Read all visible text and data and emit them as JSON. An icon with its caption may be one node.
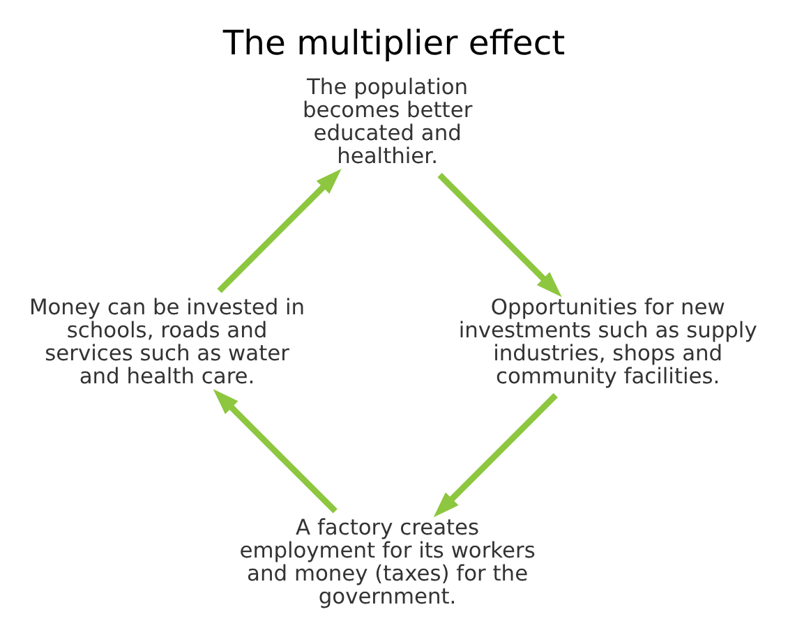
{
  "diagram": {
    "title": "The multiplier effect",
    "nodes": [
      {
        "text": [
          "A factory creates employment for its workers and money (taxes) for the government."
        ]
      },
      {
        "text": [
          "Money can be invested in schools, roads and services such as water and health care."
        ]
      },
      {
        "text": [
          "The population becomes better educated and healthier."
        ]
      },
      {
        "text": [
          "Opportunities for new investments such as supply industries, shops and community facilities."
        ]
      }
    ],
    "edges": [
      {
        "from": 0,
        "to": 1,
        "arrow": "to",
        "color": "#8dc63f"
      },
      {
        "from": 1,
        "to": 2,
        "arrow": "to",
        "color": "#8dc63f"
      },
      {
        "from": 2,
        "to": 3,
        "arrow": "to",
        "color": "#8dc63f"
      },
      {
        "from": 3,
        "to": 0,
        "arrow": "to",
        "color": "#8dc63f"
      }
    ]
  }
}
